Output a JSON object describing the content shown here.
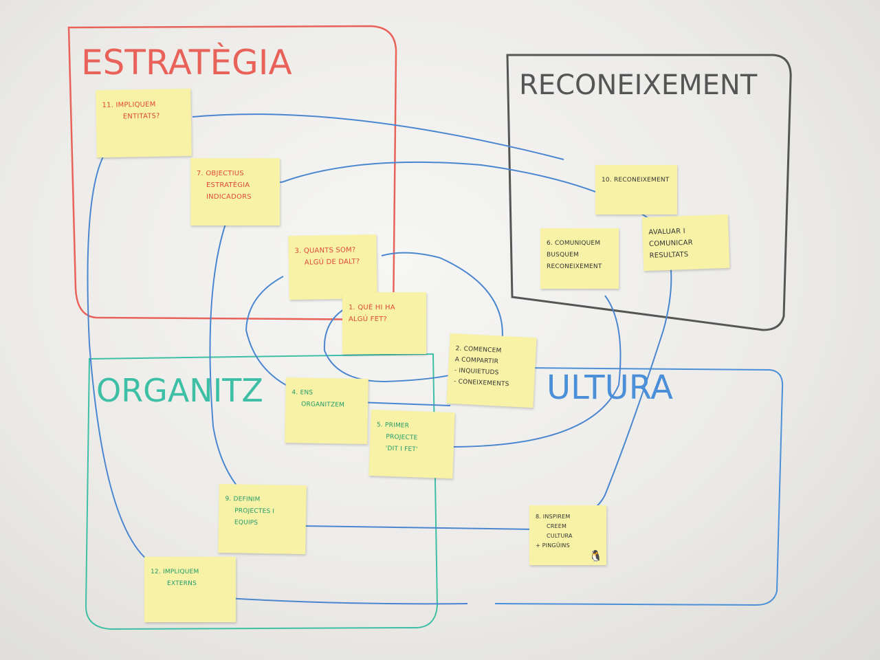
{
  "colors": {
    "estrategia": "#e8625a",
    "reconeixement": "#555555",
    "organitzacio": "#3dbfa5",
    "cultura": "#4a8fd8",
    "flow": "#4a86d0",
    "note": "#f7f2a6"
  },
  "headings": {
    "estrategia": "ESTRATÈGIA",
    "reconeixement": "RECONEIXEMENT",
    "organitzacio": "ORGANITZ",
    "cultura": "ULTURA"
  },
  "notes": {
    "n11": {
      "lines": [
        "11. Impliquem",
        "entitats?"
      ]
    },
    "n7": {
      "lines": [
        "7. Objectius",
        "estratègia",
        "indicadors"
      ]
    },
    "n3": {
      "lines": [
        "3. Quants som?",
        "Algú de dalt?"
      ]
    },
    "n1": {
      "lines": [
        "1. Què hi ha",
        "algú fet?"
      ]
    },
    "n2": {
      "lines": [
        "2. Comencem",
        "a compartir",
        "- inquietuds",
        "- coneixements"
      ]
    },
    "n10": {
      "lines": [
        "10. Reconeixement"
      ]
    },
    "avaluar": {
      "lines": [
        "Avaluar i",
        "comunicar",
        "resultats"
      ]
    },
    "n6": {
      "lines": [
        "6. Comuniquem",
        "busquem",
        "reconeixement"
      ]
    },
    "n4": {
      "lines": [
        "4. Ens",
        "organitzem"
      ]
    },
    "n5": {
      "lines": [
        "5. Primer",
        "projecte",
        "'Dit i fet'"
      ]
    },
    "n9": {
      "lines": [
        "9. Definim",
        "projectes i",
        "equips"
      ]
    },
    "n12": {
      "lines": [
        "12. Impliquem",
        "externs"
      ]
    },
    "n8": {
      "lines": [
        "8. Inspirem",
        "creem",
        "cultura",
        "+ pingüins"
      ],
      "icon": "penguin-icon"
    }
  }
}
